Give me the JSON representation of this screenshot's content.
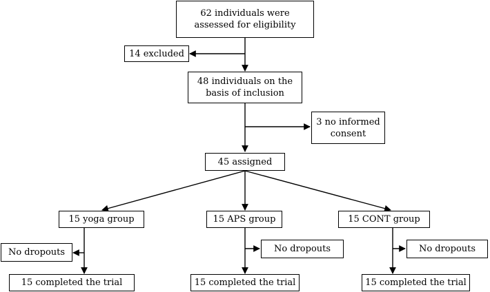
{
  "flowchart": {
    "assessed": "62 individuals were assessed for eligibility",
    "excluded": "14 excluded",
    "included": "48 individuals on the basis of inclusion",
    "no_consent": "3 no informed consent",
    "assigned": "45 assigned",
    "groups": [
      {
        "label": "15 yoga group",
        "dropouts": "No dropouts",
        "completed": "15 completed the trial"
      },
      {
        "label": "15 APS group",
        "dropouts": "No dropouts",
        "completed": "15 completed the trial"
      },
      {
        "label": "15 CONT group",
        "dropouts": "No dropouts",
        "completed": "15 completed the trial"
      }
    ]
  }
}
